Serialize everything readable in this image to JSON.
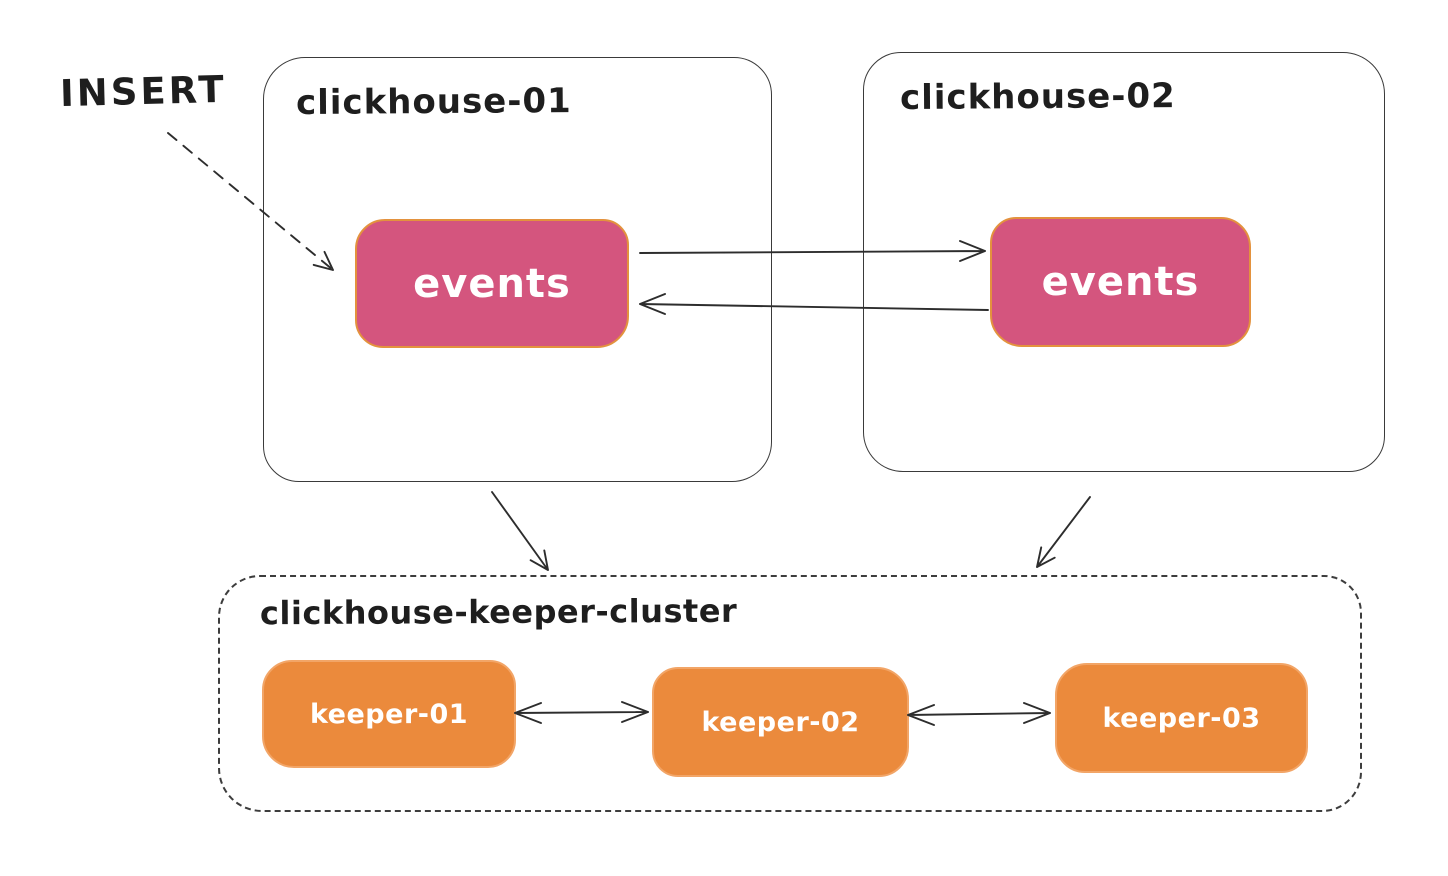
{
  "labels": {
    "insert": "INSERT"
  },
  "nodes": {
    "clickhouse01": {
      "title": "clickhouse-01",
      "table": "events"
    },
    "clickhouse02": {
      "title": "clickhouse-02",
      "table": "events"
    },
    "keeperCluster": {
      "title": "clickhouse-keeper-cluster",
      "keepers": [
        {
          "label": "keeper-01"
        },
        {
          "label": "keeper-02"
        },
        {
          "label": "keeper-03"
        }
      ]
    }
  },
  "edges": [
    {
      "from": "INSERT",
      "to": "events@clickhouse-01",
      "style": "dashed",
      "direction": "one-way"
    },
    {
      "from": "events@clickhouse-01",
      "to": "events@clickhouse-02",
      "style": "solid",
      "direction": "one-way"
    },
    {
      "from": "events@clickhouse-02",
      "to": "events@clickhouse-01",
      "style": "solid",
      "direction": "one-way"
    },
    {
      "from": "clickhouse-01",
      "to": "clickhouse-keeper-cluster",
      "style": "solid",
      "direction": "one-way"
    },
    {
      "from": "clickhouse-02",
      "to": "clickhouse-keeper-cluster",
      "style": "solid",
      "direction": "one-way"
    },
    {
      "from": "keeper-01",
      "to": "keeper-02",
      "style": "solid",
      "direction": "two-way"
    },
    {
      "from": "keeper-02",
      "to": "keeper-03",
      "style": "solid",
      "direction": "two-way"
    }
  ],
  "colors": {
    "ink": "#1e1e1e",
    "arrowStroke": "#2d2d2d",
    "tableFill": "#d4557e",
    "tableBorder": "#e3923e",
    "keeperFill": "#eb8a3c",
    "textOnFill": "#ffffff"
  }
}
